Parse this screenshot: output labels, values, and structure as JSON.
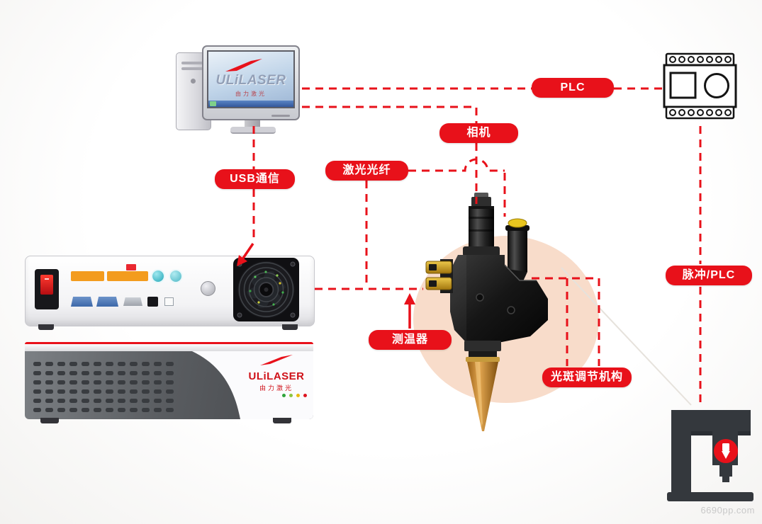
{
  "colors": {
    "accent_red": "#e8111a",
    "peach_circle": "#f8dcca",
    "orange_bars": "#f39c1e",
    "machine_gray": "#34383d",
    "nozzle_copper": "#c9842e"
  },
  "labels": {
    "plc": "PLC",
    "camera": "相机",
    "usb_comm": "USB通信",
    "laser_fiber": "激光光纤",
    "thermometer": "测温器",
    "spot_adjustment": "光斑调节机构",
    "pulse_plc": "脉冲/PLC"
  },
  "computer": {
    "screen_brand": "ULiLASER",
    "screen_brand_sub": "由力激光"
  },
  "laser_power_box": {
    "brand": "ULiLASER",
    "brand_cn": "由力激光"
  },
  "watermark": "6690pp.com",
  "icons": {
    "desktop_computer": "desktop-computer-icon",
    "plc_module": "plc-terminal-module-icon",
    "laser_controller": "laser-controller-front-panel",
    "laser_power_supply": "laser-power-supply-box",
    "laser_head": "laser-welding-head",
    "cnc_machine": "cnc-machine-icon"
  }
}
